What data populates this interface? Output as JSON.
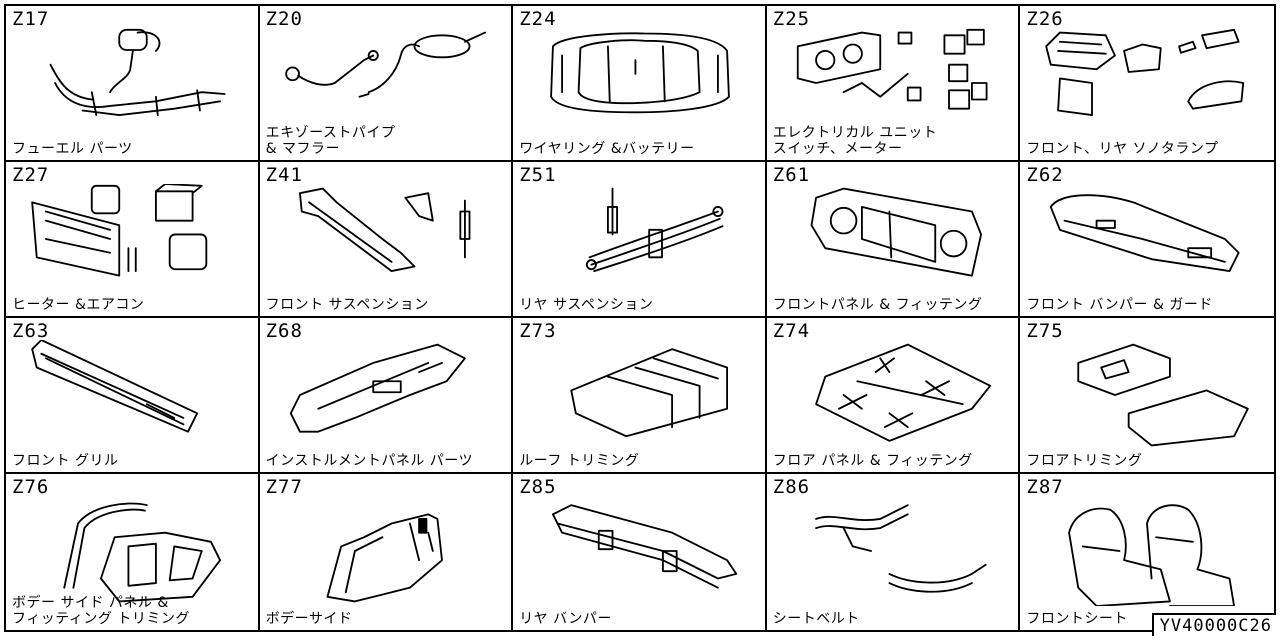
{
  "catalog_id": "YV40000C26",
  "cells": [
    {
      "code": "Z17",
      "label": "フューエル パーツ",
      "icon": "fuel-parts-icon"
    },
    {
      "code": "Z20",
      "label": "エキゾーストパイプ\n& マフラー",
      "icon": "exhaust-muffler-icon"
    },
    {
      "code": "Z24",
      "label": "ワイヤリング &バッテリー",
      "icon": "wiring-battery-icon"
    },
    {
      "code": "Z25",
      "label": "エレクトリカル ユニット\nスイッチ、メーター",
      "icon": "electrical-unit-icon"
    },
    {
      "code": "Z26",
      "label": "フロント、リヤ ソノタランプ",
      "icon": "lamps-icon"
    },
    {
      "code": "Z27",
      "label": "ヒーター &エアコン",
      "icon": "heater-aircon-icon"
    },
    {
      "code": "Z41",
      "label": "フロント サスペンション",
      "icon": "front-suspension-icon"
    },
    {
      "code": "Z51",
      "label": "リヤ サスペンション",
      "icon": "rear-suspension-icon"
    },
    {
      "code": "Z61",
      "label": "フロントパネル & フィッテング",
      "icon": "front-panel-icon"
    },
    {
      "code": "Z62",
      "label": "フロント バンパー & ガード",
      "icon": "front-bumper-icon"
    },
    {
      "code": "Z63",
      "label": "フロント グリル",
      "icon": "front-grille-icon"
    },
    {
      "code": "Z68",
      "label": "インストルメントパネル パーツ",
      "icon": "instrument-panel-icon"
    },
    {
      "code": "Z73",
      "label": "ルーフ トリミング",
      "icon": "roof-trim-icon"
    },
    {
      "code": "Z74",
      "label": "フロア パネル & フィッテング",
      "icon": "floor-panel-icon"
    },
    {
      "code": "Z75",
      "label": "フロアトリミング",
      "icon": "floor-trim-icon"
    },
    {
      "code": "Z76",
      "label": "ボデー サイド パネル &\nフィッティング トリミング",
      "icon": "body-side-panel-icon"
    },
    {
      "code": "Z77",
      "label": "ボデーサイド",
      "icon": "body-side-icon"
    },
    {
      "code": "Z85",
      "label": "リヤ バンパー",
      "icon": "rear-bumper-icon"
    },
    {
      "code": "Z86",
      "label": "シートベルト",
      "icon": "seat-belt-icon"
    },
    {
      "code": "Z87",
      "label": "フロントシート",
      "icon": "front-seat-icon"
    }
  ]
}
